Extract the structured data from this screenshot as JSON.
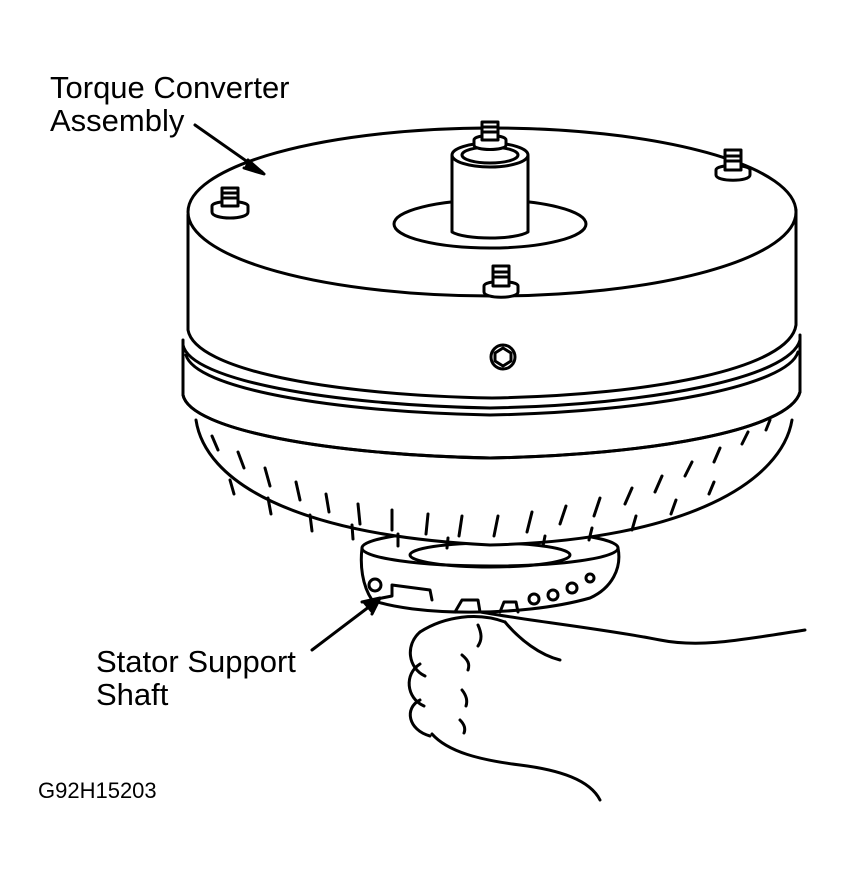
{
  "labels": {
    "torque_converter": [
      "Torque Converter",
      "Assembly"
    ],
    "stator_support": [
      "Stator Support",
      "Shaft"
    ],
    "figure_code": "G92H15203"
  },
  "colors": {
    "ink": "#000000",
    "paper": "#ffffff"
  }
}
